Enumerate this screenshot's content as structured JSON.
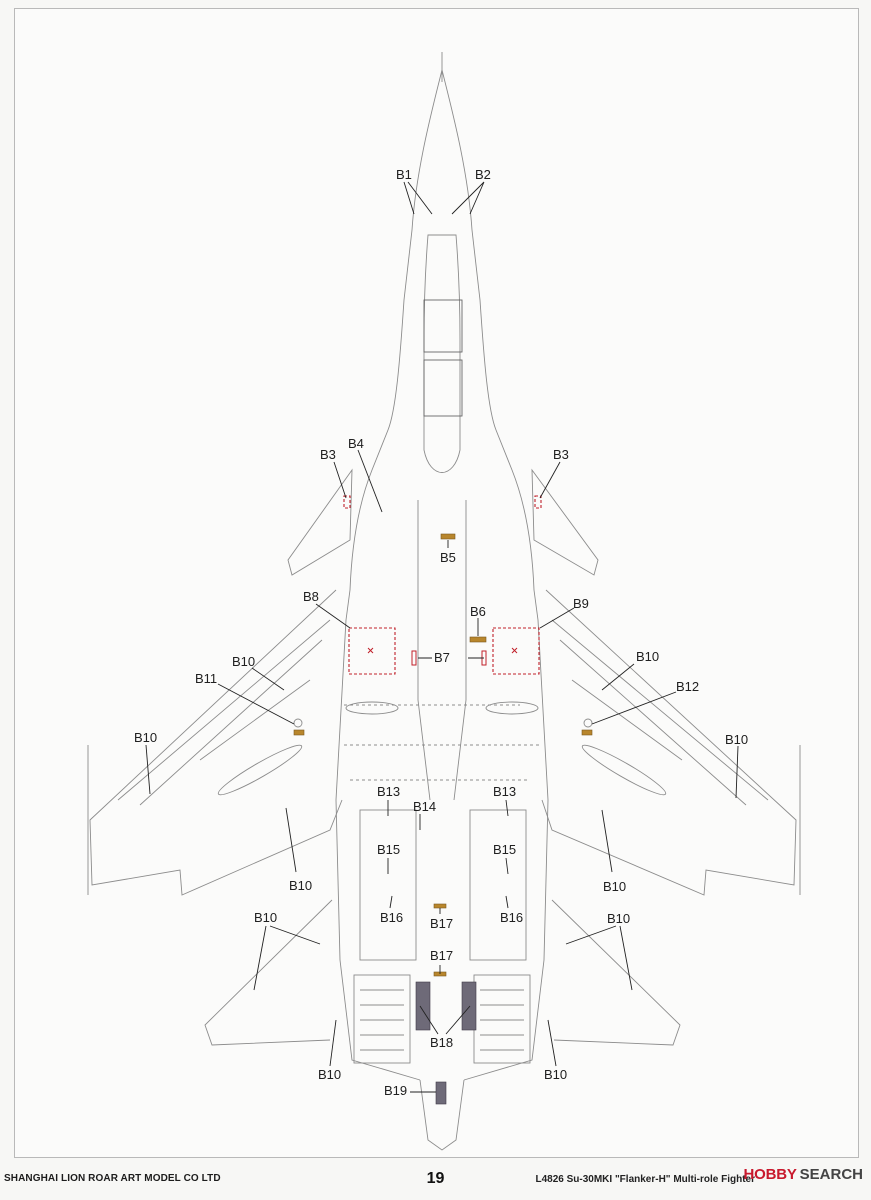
{
  "callouts": {
    "b1": "B1",
    "b2": "B2",
    "b3_left": "B3",
    "b3_right": "B3",
    "b4": "B4",
    "b5": "B5",
    "b6": "B6",
    "b7": "B7",
    "b8": "B8",
    "b9": "B9",
    "b10_1": "B10",
    "b10_2": "B10",
    "b10_3": "B10",
    "b10_4": "B10",
    "b10_5": "B10",
    "b10_6": "B10",
    "b10_7": "B10",
    "b10_8": "B10",
    "b10_9": "B10",
    "b10_10": "B10",
    "b11": "B11",
    "b12": "B12",
    "b13_left": "B13",
    "b13_right": "B13",
    "b14": "B14",
    "b15_left": "B15",
    "b15_right": "B15",
    "b16_left": "B16",
    "b16_right": "B16",
    "b17_upper": "B17",
    "b17_lower": "B17",
    "b18": "B18",
    "b19": "B19"
  },
  "footer": {
    "company": "SHANGHAI LION ROAR ART MODEL CO LTD",
    "page_number": "19",
    "product_code": "L4826 Su-30MKI \"Flanker-H\" Multi-role Fighter"
  },
  "watermark": {
    "brand": "HOBBY",
    "word": "SEARCH"
  },
  "colors": {
    "line": "#8a8a8a",
    "decal_red": "#c0202a",
    "decal_tan": "#b8862c",
    "decal_grey": "#6e6a78"
  }
}
